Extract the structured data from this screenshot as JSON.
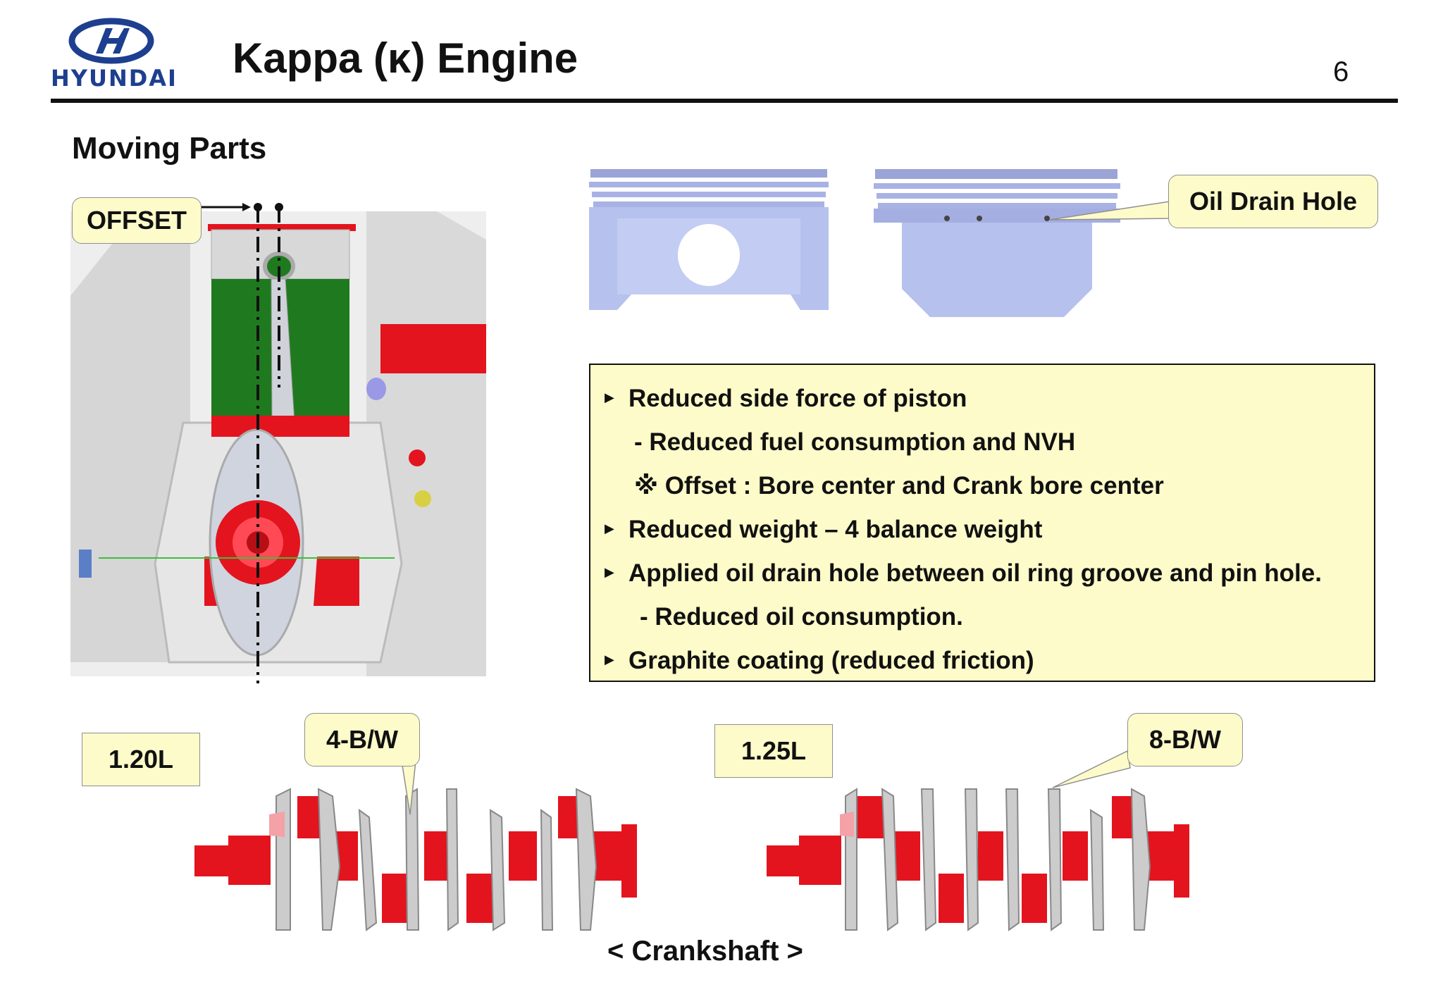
{
  "header": {
    "logo_text": "HYUNDAI",
    "title": "Kappa (κ) Engine",
    "page_number": "6"
  },
  "section": {
    "title": "Moving Parts"
  },
  "labels": {
    "offset": "OFFSET",
    "oil_drain_hole": "Oil Drain Hole",
    "displacement_120": "1.20L",
    "bw4": "4-B/W",
    "displacement_125": "1.25L",
    "bw8": "8-B/W",
    "crankshaft_caption": "< Crankshaft >"
  },
  "features": [
    {
      "text": "Reduced side force of piston"
    },
    {
      "text": "- Reduced fuel consumption and NVH"
    },
    {
      "text": "※ Offset : Bore center and Crank bore center"
    },
    {
      "text": "Reduced weight – 4 balance weight"
    },
    {
      "text": "Applied oil drain hole between oil ring groove and pin hole."
    },
    {
      "text": "-  Reduced oil consumption."
    },
    {
      "text": "Graphite coating (reduced friction)"
    }
  ],
  "colors": {
    "brand_blue": "#1e3f8f",
    "callout_fill": "#fdfbc9",
    "crank_red": "#e3141e",
    "piston_blue": "#b7c1ee",
    "liner_green": "#1f7a1f"
  },
  "icons": [
    "hyundai-logo-icon",
    "bullet-triangle-icon"
  ]
}
